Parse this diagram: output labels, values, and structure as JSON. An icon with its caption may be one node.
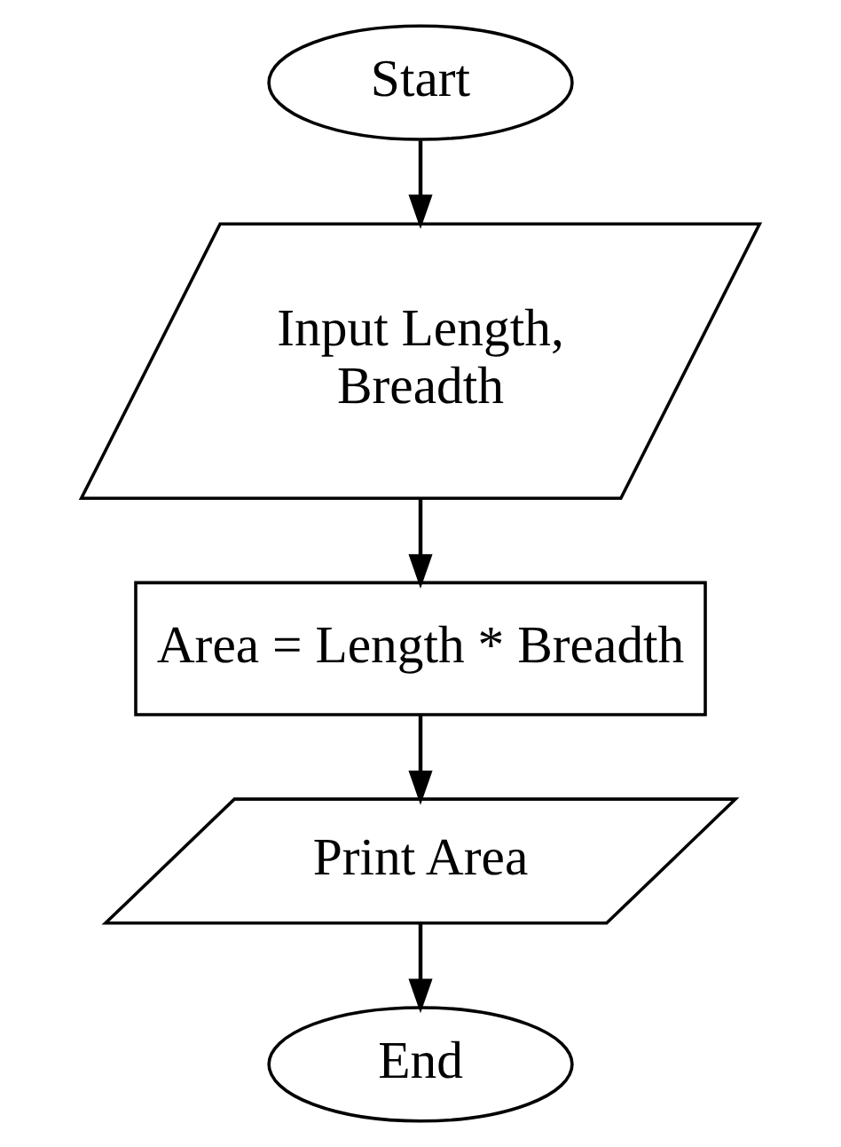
{
  "diagram": {
    "nodes": [
      {
        "text": [
          "Start"
        ]
      },
      {
        "text": [
          "Input Length, Breadth"
        ]
      },
      {
        "text": [
          "Area = Length * Breadth"
        ]
      },
      {
        "text": [
          "Print Area"
        ]
      },
      {
        "text": [
          "End"
        ]
      }
    ],
    "edges": [
      {
        "from": 0,
        "to": 1,
        "arrow": "to"
      },
      {
        "from": 1,
        "to": 2,
        "arrow": "to"
      },
      {
        "from": 2,
        "to": 3,
        "arrow": "to"
      },
      {
        "from": 3,
        "to": 4,
        "arrow": "to"
      }
    ]
  }
}
